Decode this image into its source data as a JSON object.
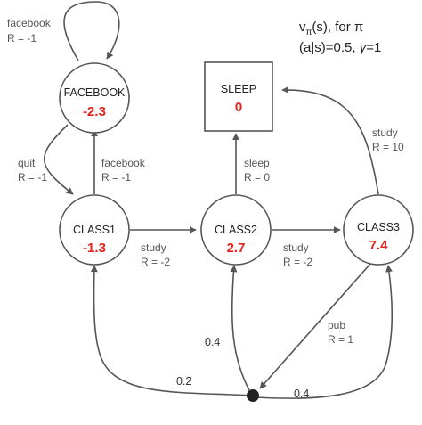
{
  "title": {
    "v": "v",
    "pi_sub": "π",
    "rest": "(s), for π",
    "line2_a": "(a|s)=0.5, ",
    "gamma": "γ",
    "line2_b": "=1"
  },
  "colors": {
    "value": "#e8231c",
    "edge": "#555555"
  },
  "nodes": {
    "facebook": {
      "label": "FACEBOOK",
      "value": "-2.3"
    },
    "class1": {
      "label": "CLASS1",
      "value": "-1.3"
    },
    "class2": {
      "label": "CLASS2",
      "value": "2.7"
    },
    "class3": {
      "label": "CLASS3",
      "value": "7.4"
    },
    "sleep": {
      "label": "SLEEP",
      "value": "0"
    }
  },
  "edges": {
    "fb_loop": {
      "action": "facebook",
      "reward": "R = -1"
    },
    "fb_quit": {
      "action": "quit",
      "reward": "R = -1"
    },
    "c1_fb": {
      "action": "facebook",
      "reward": "R = -1"
    },
    "c1_study": {
      "action": "study",
      "reward": "R = -2"
    },
    "c2_sleep": {
      "action": "sleep",
      "reward": "R = 0"
    },
    "c2_study": {
      "action": "study",
      "reward": "R = -2"
    },
    "c3_study": {
      "action": "study",
      "reward": "R = 10"
    },
    "c3_pub": {
      "action": "pub",
      "reward": "R = 1"
    }
  },
  "probs": {
    "to_class1": "0.2",
    "to_class2": "0.4",
    "to_class3": "0.4"
  }
}
